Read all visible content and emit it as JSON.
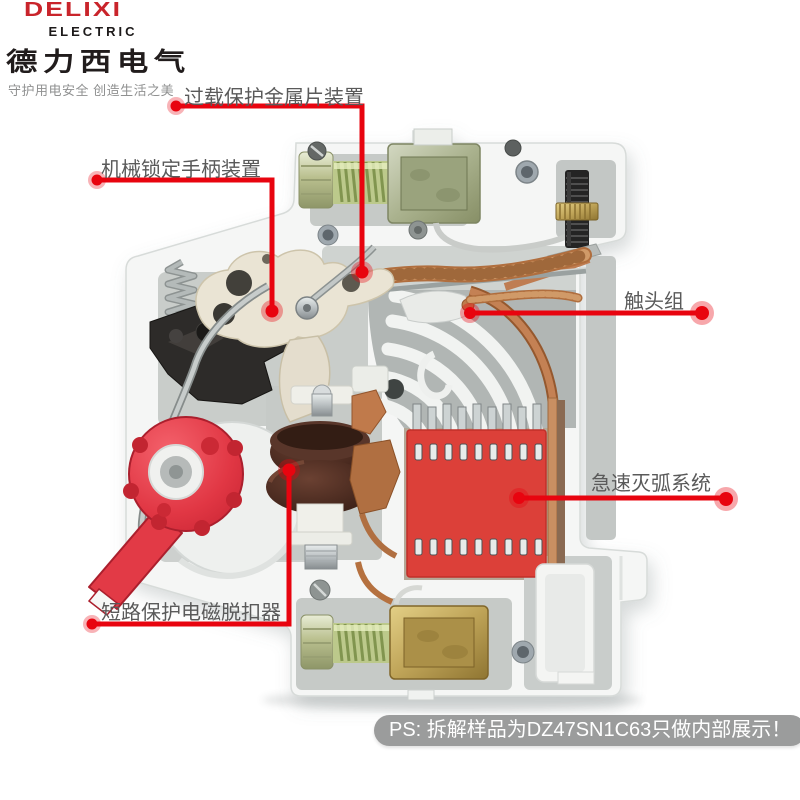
{
  "brand": {
    "logo": "DELIXI",
    "logo_sub": "ELECTRIC",
    "name_cn": "德力西电气",
    "slogan": "守护用电安全  创造生活之美"
  },
  "callouts": [
    {
      "id": "overload-bimetal",
      "label": "过载保护金属片装置"
    },
    {
      "id": "handle-lock",
      "label": "机械锁定手柄装置"
    },
    {
      "id": "contact-group",
      "label": "触头组"
    },
    {
      "id": "arc-quench",
      "label": "急速灭弧系统"
    },
    {
      "id": "short-circuit-release",
      "label": "短路保护电磁脱扣器"
    }
  ],
  "note": "PS: 拆解样品为DZ47SN1C63只做内部展示！",
  "colors": {
    "accent_red": "#e8040f",
    "logo_red": "#c9242b",
    "name_black": "#211c1c",
    "label_gray": "#5a5a5a",
    "slogan_gray": "#8f9090",
    "note_bg": "#9b9c9c",
    "note_text": "#ffffff",
    "arc_chute_red": "#dc4039",
    "handle_red": "#e23a46"
  }
}
